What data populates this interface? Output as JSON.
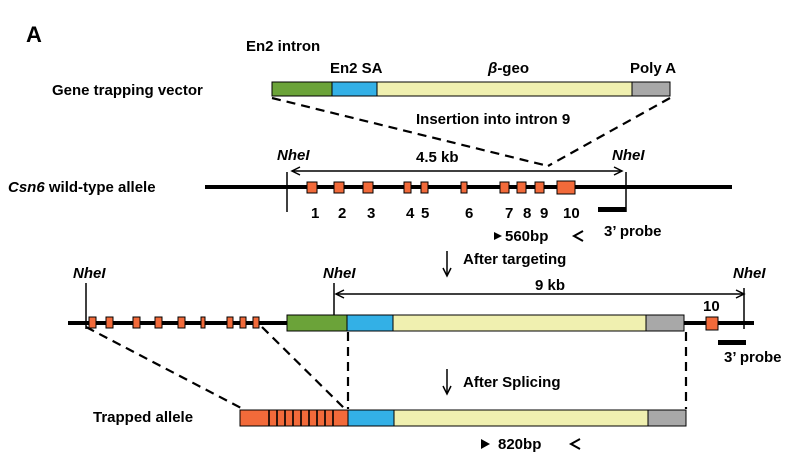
{
  "panel_label": "A",
  "vector": {
    "row_label": "Gene trapping  vector",
    "en2_intron": "En2 intron",
    "en2_sa": "En2 SA",
    "bgeo_prefix": "β",
    "bgeo_suffix": "-geo",
    "polya": "Poly A",
    "insertion": "Insertion into intron 9"
  },
  "wildtype": {
    "gene_italic": "Csn6",
    "label_rest": " wild-type allele",
    "site_left": "NheI",
    "site_right": "NheI",
    "distance": "4.5 kb",
    "exons": [
      "1",
      "2",
      "3",
      "4",
      "5",
      "6",
      "7",
      "8",
      "9",
      "10"
    ],
    "product": "560bp",
    "probe": "3’ probe"
  },
  "targeted": {
    "step": "After targeting",
    "site_far_left": "NheI",
    "site_mid": "NheI",
    "site_right": "NheI",
    "distance": "9 kb",
    "exon": "10",
    "probe": "3’ probe"
  },
  "trapped": {
    "step": "After Splicing",
    "label": "Trapped allele",
    "product": "820bp"
  },
  "colors": {
    "intron": "#6ba339",
    "sa": "#33b0e6",
    "bgeo": "#f0f0b0",
    "polya": "#a8a8a8",
    "exon": "#f26a3a"
  }
}
